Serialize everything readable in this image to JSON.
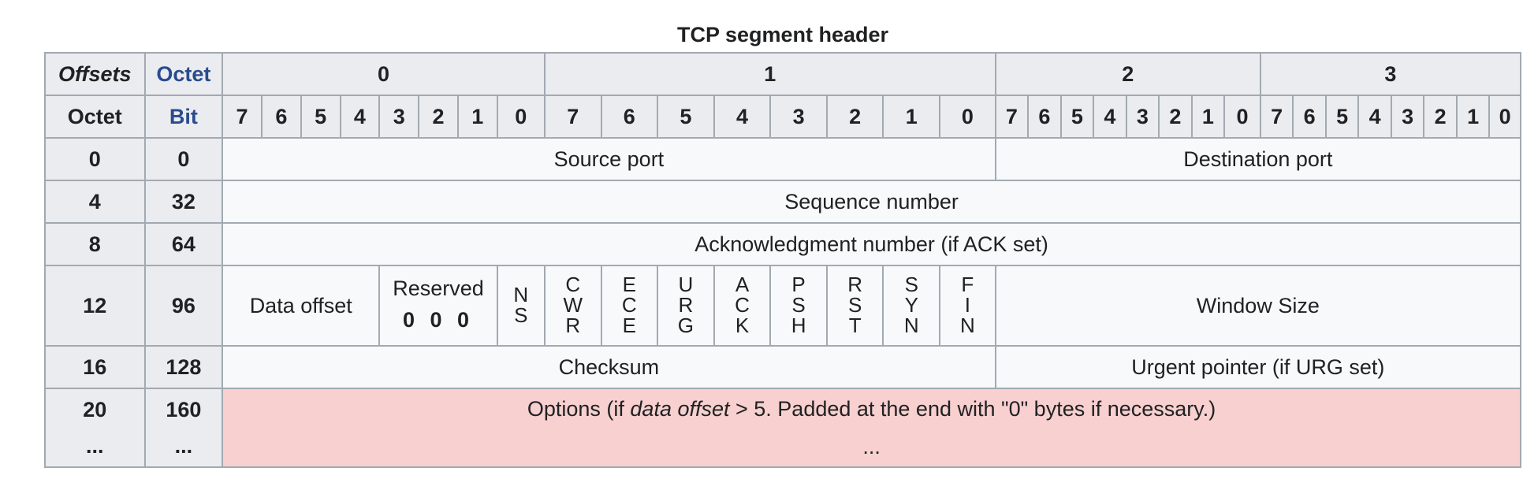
{
  "caption": "TCP segment header",
  "header": {
    "offsets_label": "Offsets",
    "octet_label_blue": "Octet",
    "octet_label": "Octet",
    "bit_label": "Bit",
    "octets": [
      "0",
      "1",
      "2",
      "3"
    ],
    "bits": [
      "7",
      "6",
      "5",
      "4",
      "3",
      "2",
      "1",
      "0",
      "7",
      "6",
      "5",
      "4",
      "3",
      "2",
      "1",
      "0",
      "7",
      "6",
      "5",
      "4",
      "3",
      "2",
      "1",
      "0",
      "7",
      "6",
      "5",
      "4",
      "3",
      "2",
      "1",
      "0"
    ]
  },
  "rows": {
    "r0": {
      "octet": "0",
      "bit": "0",
      "source_port": "Source port",
      "destination_port": "Destination port"
    },
    "r1": {
      "octet": "4",
      "bit": "32",
      "sequence_number": "Sequence number"
    },
    "r2": {
      "octet": "8",
      "bit": "64",
      "ack_number": "Acknowledgment number (if ACK set)"
    },
    "r3": {
      "octet": "12",
      "bit": "96",
      "data_offset": "Data offset",
      "reserved_label": "Reserved",
      "reserved_bits": "0 0 0",
      "flags": [
        [
          "N",
          "S"
        ],
        [
          "C",
          "W",
          "R"
        ],
        [
          "E",
          "C",
          "E"
        ],
        [
          "U",
          "R",
          "G"
        ],
        [
          "A",
          "C",
          "K"
        ],
        [
          "P",
          "S",
          "H"
        ],
        [
          "R",
          "S",
          "T"
        ],
        [
          "S",
          "Y",
          "N"
        ],
        [
          "F",
          "I",
          "N"
        ]
      ],
      "window_size": "Window Size"
    },
    "r4": {
      "octet": "16",
      "bit": "128",
      "checksum": "Checksum",
      "urgent_pointer": "Urgent pointer (if URG set)"
    },
    "r5": {
      "octet": "20",
      "octet_more": "...",
      "bit": "160",
      "bit_more": "...",
      "options_prefix": "Options (if ",
      "options_em": "data offset",
      "options_suffix": " > 5. Padded at the end with \"0\" bytes if necessary.)",
      "options_more": "..."
    }
  },
  "colors": {
    "header_bg": "#eaecf0",
    "cell_bg": "#f8f9fa",
    "options_bg": "#f8d0d0",
    "border": "#a2a9b1",
    "link_blue": "#2a4b8d"
  }
}
